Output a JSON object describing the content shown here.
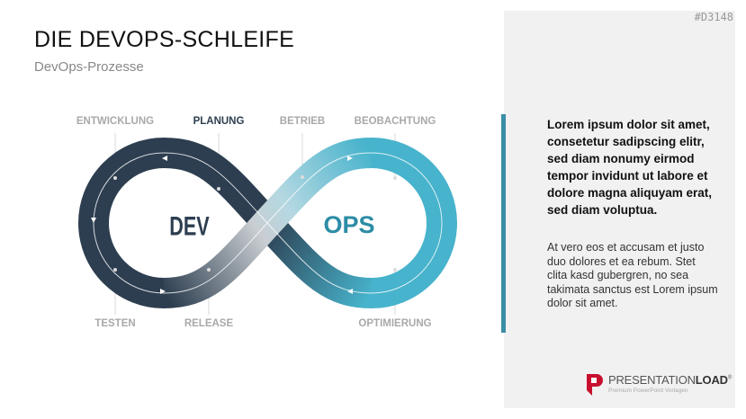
{
  "slide": {
    "title": "DIE DEVOPS-SCHLEIFE",
    "subtitle": "DevOps-Prozesse",
    "code": "#D3148"
  },
  "diagram": {
    "dev_label": "DEV",
    "ops_label": "OPS",
    "top_labels": [
      "ENTWICKLUNG",
      "PLANUNG",
      "BETRIEB",
      "BEOBACHTUNG"
    ],
    "bottom_labels": [
      "TESTEN",
      "RELEASE",
      "OPTIMIERUNG"
    ],
    "active_label": "PLANUNG",
    "colors": {
      "dev": "#2d3e50",
      "ops": "#47b3cc",
      "label": "#a9a9a9"
    }
  },
  "sidebar": {
    "lead": "Lorem ipsum dolor sit amet, consetetur sadipscing elitr, sed diam nonumy eirmod tempor invidunt ut labore et dolore magna aliquyam erat, sed diam voluptua.",
    "body": "At vero eos et accusam et justo duo dolores et ea rebum. Stet clita kasd gubergren, no sea takimata sanctus est Lorem ipsum dolor sit amet.",
    "accent_color": "#3a8ea5"
  },
  "logo": {
    "name_light": "PRESENTATION",
    "name_bold": "LOAD",
    "mark": "®",
    "tagline": "Premium PowerPoint Vorlagen"
  }
}
